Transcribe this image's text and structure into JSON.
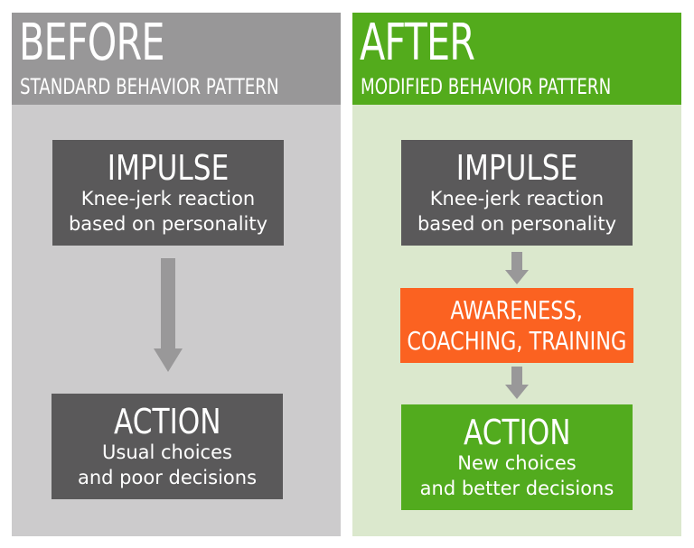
{
  "before": {
    "title": "BEFORE",
    "subtitle": "STANDARD BEHAVIOR PATTERN",
    "impulse": {
      "title": "IMPULSE",
      "line1": "Knee-jerk reaction",
      "line2": "based on personality"
    },
    "action": {
      "title": "ACTION",
      "line1": "Usual choices",
      "line2": "and poor decisions"
    }
  },
  "after": {
    "title": "AFTER",
    "subtitle": "MODIFIED BEHAVIOR PATTERN",
    "impulse": {
      "title": "IMPULSE",
      "line1": "Knee-jerk reaction",
      "line2": "based on personality"
    },
    "intervention": {
      "line1": "AWARENESS,",
      "line2": "COACHING, TRAINING"
    },
    "action": {
      "title": "ACTION",
      "line1": "New choices",
      "line2": "and better decisions"
    }
  },
  "colors": {
    "before_panel": "#cccbcc",
    "before_header": "#989798",
    "after_panel": "#dbe8cd",
    "after_header": "#53ab1c",
    "dark_box": "#5a595a",
    "green_box": "#52ab1e",
    "orange_box": "#fb6221",
    "arrow": "#999899"
  },
  "icons": [
    "arrow-down-icon"
  ]
}
